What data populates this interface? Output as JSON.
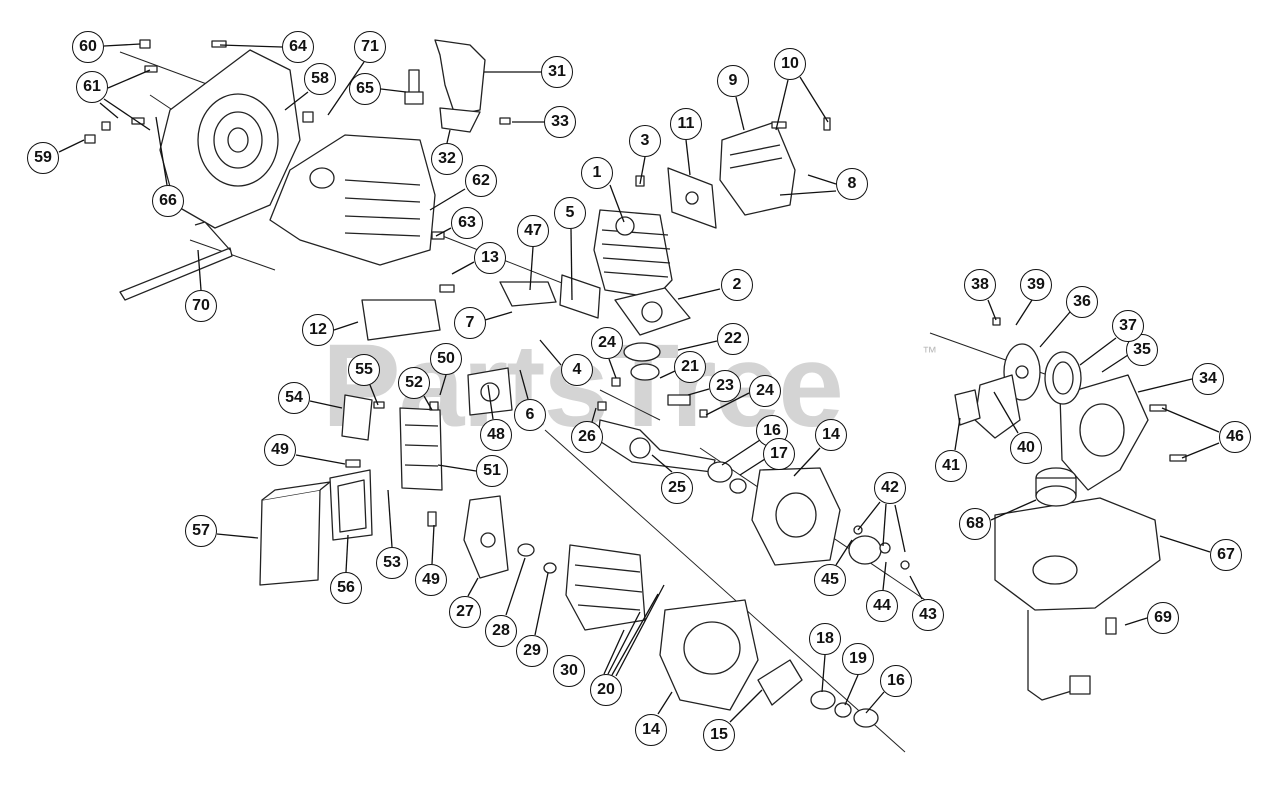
{
  "diagram": {
    "watermark": "PartsTree",
    "trademark": "™",
    "callouts": [
      {
        "id": "c1",
        "label": "1"
      },
      {
        "id": "c2",
        "label": "2"
      },
      {
        "id": "c3",
        "label": "3"
      },
      {
        "id": "c4",
        "label": "4"
      },
      {
        "id": "c5",
        "label": "5"
      },
      {
        "id": "c6",
        "label": "6"
      },
      {
        "id": "c7",
        "label": "7"
      },
      {
        "id": "c8",
        "label": "8"
      },
      {
        "id": "c9",
        "label": "9"
      },
      {
        "id": "c10",
        "label": "10"
      },
      {
        "id": "c11",
        "label": "11"
      },
      {
        "id": "c12",
        "label": "12"
      },
      {
        "id": "c13",
        "label": "13"
      },
      {
        "id": "c14a",
        "label": "14"
      },
      {
        "id": "c14b",
        "label": "14"
      },
      {
        "id": "c15",
        "label": "15"
      },
      {
        "id": "c16a",
        "label": "16"
      },
      {
        "id": "c16b",
        "label": "16"
      },
      {
        "id": "c17",
        "label": "17"
      },
      {
        "id": "c18",
        "label": "18"
      },
      {
        "id": "c19",
        "label": "19"
      },
      {
        "id": "c20",
        "label": "20"
      },
      {
        "id": "c21",
        "label": "21"
      },
      {
        "id": "c22",
        "label": "22"
      },
      {
        "id": "c23",
        "label": "23"
      },
      {
        "id": "c24a",
        "label": "24"
      },
      {
        "id": "c24b",
        "label": "24"
      },
      {
        "id": "c25",
        "label": "25"
      },
      {
        "id": "c26",
        "label": "26"
      },
      {
        "id": "c27",
        "label": "27"
      },
      {
        "id": "c28",
        "label": "28"
      },
      {
        "id": "c29",
        "label": "29"
      },
      {
        "id": "c30",
        "label": "30"
      },
      {
        "id": "c31",
        "label": "31"
      },
      {
        "id": "c32",
        "label": "32"
      },
      {
        "id": "c33",
        "label": "33"
      },
      {
        "id": "c34",
        "label": "34"
      },
      {
        "id": "c35",
        "label": "35"
      },
      {
        "id": "c36",
        "label": "36"
      },
      {
        "id": "c37",
        "label": "37"
      },
      {
        "id": "c38",
        "label": "38"
      },
      {
        "id": "c39",
        "label": "39"
      },
      {
        "id": "c40",
        "label": "40"
      },
      {
        "id": "c41",
        "label": "41"
      },
      {
        "id": "c42",
        "label": "42"
      },
      {
        "id": "c43",
        "label": "43"
      },
      {
        "id": "c44",
        "label": "44"
      },
      {
        "id": "c45",
        "label": "45"
      },
      {
        "id": "c46",
        "label": "46"
      },
      {
        "id": "c47",
        "label": "47"
      },
      {
        "id": "c48",
        "label": "48"
      },
      {
        "id": "c49a",
        "label": "49"
      },
      {
        "id": "c49b",
        "label": "49"
      },
      {
        "id": "c50",
        "label": "50"
      },
      {
        "id": "c51",
        "label": "51"
      },
      {
        "id": "c52",
        "label": "52"
      },
      {
        "id": "c53",
        "label": "53"
      },
      {
        "id": "c54",
        "label": "54"
      },
      {
        "id": "c55",
        "label": "55"
      },
      {
        "id": "c56",
        "label": "56"
      },
      {
        "id": "c57",
        "label": "57"
      },
      {
        "id": "c58",
        "label": "58"
      },
      {
        "id": "c59",
        "label": "59"
      },
      {
        "id": "c60",
        "label": "60"
      },
      {
        "id": "c61",
        "label": "61"
      },
      {
        "id": "c62",
        "label": "62"
      },
      {
        "id": "c63",
        "label": "63"
      },
      {
        "id": "c64",
        "label": "64"
      },
      {
        "id": "c65",
        "label": "65"
      },
      {
        "id": "c66",
        "label": "66"
      },
      {
        "id": "c67",
        "label": "67"
      },
      {
        "id": "c68",
        "label": "68"
      },
      {
        "id": "c69",
        "label": "69"
      },
      {
        "id": "c70",
        "label": "70"
      },
      {
        "id": "c71",
        "label": "71"
      }
    ]
  }
}
